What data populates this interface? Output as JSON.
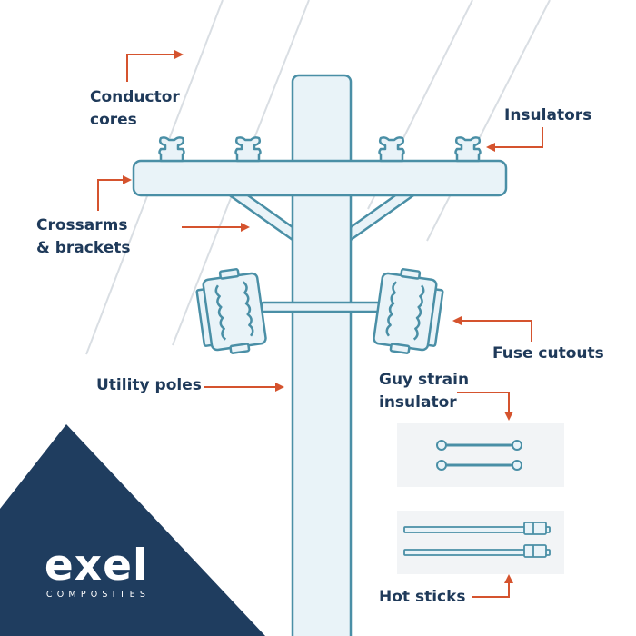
{
  "colors": {
    "outline": "#4a8fa6",
    "fill": "#e9f3f8",
    "arrow": "#d5532e",
    "text": "#1f3a5a",
    "brand_bg": "#1f3d5f",
    "panel_bg": "#f2f4f6"
  },
  "labels": {
    "conductor_cores": "Conductor\ncores",
    "insulators": "Insulators",
    "crossarms": "Crossarms\n& brackets",
    "fuse_cutouts": "Fuse cutouts",
    "utility_poles": "Utility poles",
    "guy_strain": "Guy strain\ninsulator",
    "hot_sticks": "Hot sticks"
  },
  "brand": {
    "name": "exel",
    "subtitle": "COMPOSITES"
  }
}
